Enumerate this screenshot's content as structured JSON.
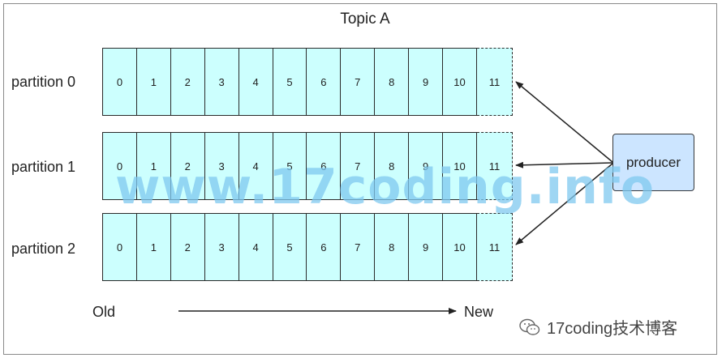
{
  "title": "Topic A",
  "partitions": [
    {
      "label": "partition 0",
      "cells": [
        "0",
        "1",
        "2",
        "3",
        "4",
        "5",
        "6",
        "7",
        "8",
        "9",
        "10"
      ],
      "next": "11"
    },
    {
      "label": "partition 1",
      "cells": [
        "0",
        "1",
        "2",
        "3",
        "4",
        "5",
        "6",
        "7",
        "8",
        "9",
        "10"
      ],
      "next": "11"
    },
    {
      "label": "partition 2",
      "cells": [
        "0",
        "1",
        "2",
        "3",
        "4",
        "5",
        "6",
        "7",
        "8",
        "9",
        "10"
      ],
      "next": "11"
    }
  ],
  "producer": "producer",
  "axis": {
    "old": "Old",
    "new": "New"
  },
  "watermark": "www.17coding.info",
  "wechat_label": "17coding技术博客",
  "colors": {
    "cell_fill": "#ccfffe",
    "producer_fill": "#cce5ff",
    "watermark": "#7fc9f0"
  }
}
